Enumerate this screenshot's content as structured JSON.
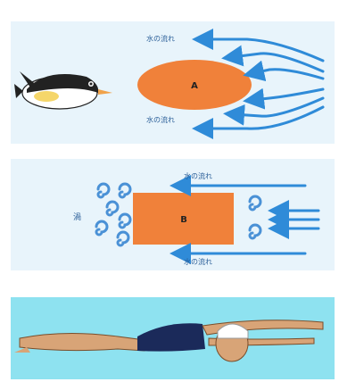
{
  "panel_a": {
    "flow_label_top": "水の流れ",
    "flow_label_bottom": "水の流れ",
    "shape_label": "A"
  },
  "panel_b": {
    "flow_label_top": "水の流れ",
    "flow_label_bottom": "水の流れ",
    "shape_label": "B",
    "vortex_label": "渦"
  },
  "colors": {
    "panel_bg": "#e8f4fb",
    "water_bg": "#8ee2f0",
    "arrow": "#2f8bd8",
    "shape": "#f0813a",
    "vortex": "#4a91d6",
    "label_text": "#2a5e98"
  }
}
